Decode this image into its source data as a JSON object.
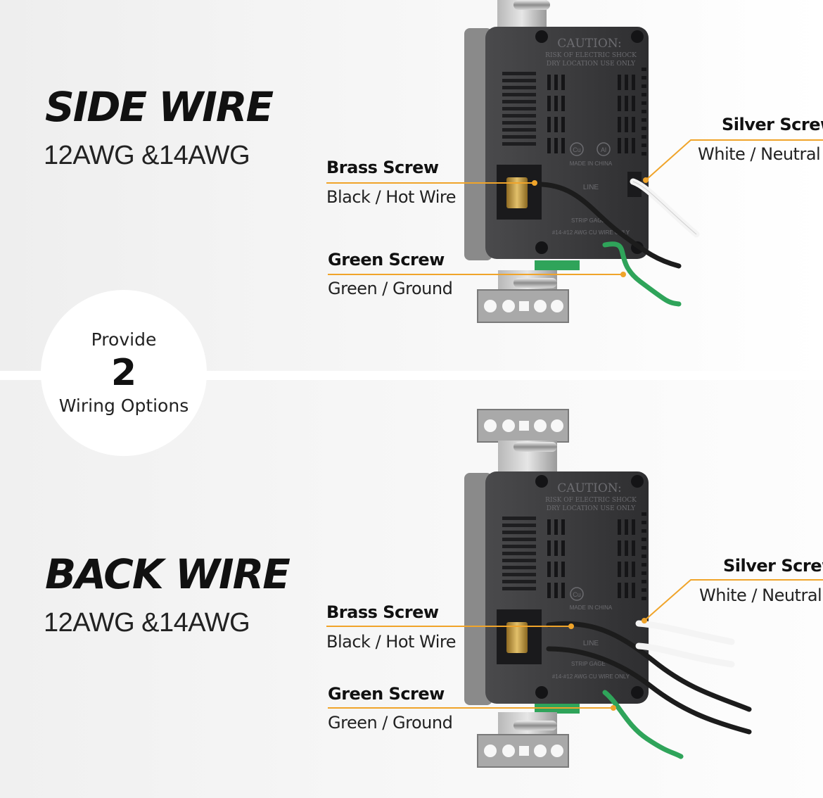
{
  "sections": [
    {
      "title": "SIDE WIRE",
      "subtitle": "12AWG &14AWG",
      "brass_title": "Brass Screw",
      "brass_desc": "Black / Hot Wire",
      "green_title": "Green Screw",
      "green_desc": "Green / Ground",
      "silver_title": "Silver Screw",
      "silver_desc": "White / Neutral"
    },
    {
      "title": "BACK WIRE",
      "subtitle": "12AWG &14AWG",
      "brass_title": "Brass Screw",
      "brass_desc": "Black / Hot Wire",
      "green_title": "Green Screw",
      "green_desc": "Green / Ground",
      "silver_title": "Silver Screw",
      "silver_desc": "White / Neutral"
    }
  ],
  "badge": {
    "line1": "Provide",
    "number": "2",
    "line3": "Wiring Options"
  },
  "device_text": {
    "caution": "CAUTION:",
    "warning1": "RISK OF ELECTRIC SHOCK",
    "warning2": "DRY LOCATION USE ONLY",
    "made_in": "MADE IN CHINA",
    "cu": "Cu",
    "al": "Al",
    "line": "LINE",
    "strip_gauge": "STRIP GAGE",
    "awg": "#14-#12 AWG CU WIRE ONLY"
  },
  "colors": {
    "accent_line": "#f0a42a",
    "device_body": "#3a3a3c",
    "green_wire": "#2fa45a",
    "white_wire": "#f4f4f4",
    "black_wire": "#1c1c1c",
    "brass": "#c9a24a"
  }
}
